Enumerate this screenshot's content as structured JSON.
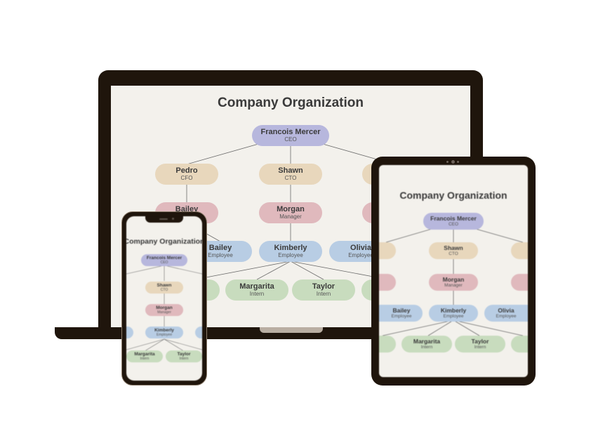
{
  "title": "Company Organization",
  "ceo": {
    "name": "Francois Mercer",
    "role": "CEO"
  },
  "level1": [
    {
      "name": "Pedro",
      "role": "CFO"
    },
    {
      "name": "Shawn",
      "role": "CTO"
    }
  ],
  "level2": [
    {
      "name": "Bailey",
      "role": "Manager"
    },
    {
      "name": "Morgan",
      "role": "Manager"
    }
  ],
  "employees": [
    {
      "name": "Bailey",
      "role": "Employee"
    },
    {
      "name": "Kimberly",
      "role": "Employee"
    },
    {
      "name": "Olivia",
      "role": "Employee"
    }
  ],
  "interns": [
    {
      "name": "Margarita",
      "role": "Intern"
    },
    {
      "name": "Taylor",
      "role": "Intern"
    }
  ],
  "colors": {
    "device_frame": "#1f150c",
    "screen_bg": "#f3f1ec",
    "ceo": "#b7b7dd",
    "executive": "#e8d7bc",
    "manager": "#e0b9bd",
    "employee": "#b8cde4",
    "intern": "#c8dcbe"
  }
}
